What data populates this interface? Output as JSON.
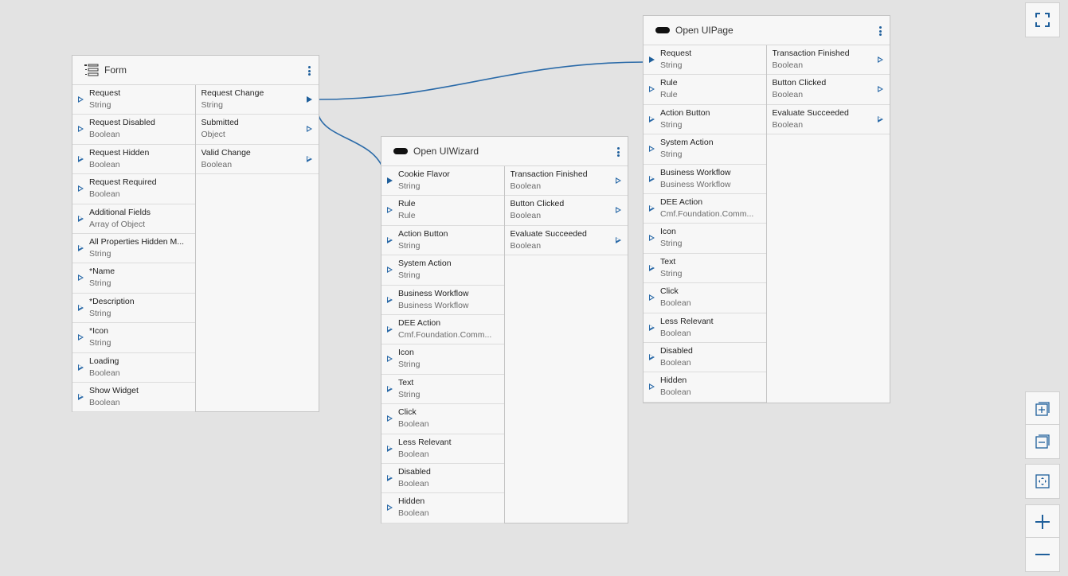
{
  "nodes": {
    "form": {
      "title": "Form",
      "icon": "form-list-icon",
      "inputs": [
        {
          "name": "Request",
          "type": "String"
        },
        {
          "name": "Request Disabled",
          "type": "Boolean"
        },
        {
          "name": "Request Hidden",
          "type": "Boolean"
        },
        {
          "name": "Request Required",
          "type": "Boolean"
        },
        {
          "name": "Additional Fields",
          "type": "Array of Object"
        },
        {
          "name": "All Properties Hidden M...",
          "type": "String"
        },
        {
          "name": "*Name",
          "type": "String"
        },
        {
          "name": "*Description",
          "type": "String"
        },
        {
          "name": "*Icon",
          "type": "String"
        },
        {
          "name": "Loading",
          "type": "Boolean"
        },
        {
          "name": "Show Widget",
          "type": "Boolean"
        }
      ],
      "outputs": [
        {
          "name": "Request Change",
          "type": "String"
        },
        {
          "name": "Submitted",
          "type": "Object"
        },
        {
          "name": "Valid Change",
          "type": "Boolean"
        }
      ]
    },
    "wizard": {
      "title": "Open UIWizard",
      "icon": "pill-icon",
      "inputs": [
        {
          "name": "Cookie Flavor",
          "type": "String"
        },
        {
          "name": "Rule",
          "type": "Rule"
        },
        {
          "name": "Action Button",
          "type": "String"
        },
        {
          "name": "System Action",
          "type": "String"
        },
        {
          "name": "Business Workflow",
          "type": "Business Workflow"
        },
        {
          "name": "DEE Action",
          "type": "Cmf.Foundation.Comm..."
        },
        {
          "name": "Icon",
          "type": "String"
        },
        {
          "name": "Text",
          "type": "String"
        },
        {
          "name": "Click",
          "type": "Boolean"
        },
        {
          "name": "Less Relevant",
          "type": "Boolean"
        },
        {
          "name": "Disabled",
          "type": "Boolean"
        },
        {
          "name": "Hidden",
          "type": "Boolean"
        }
      ],
      "outputs": [
        {
          "name": "Transaction Finished",
          "type": "Boolean"
        },
        {
          "name": "Button Clicked",
          "type": "Boolean"
        },
        {
          "name": "Evaluate Succeeded",
          "type": "Boolean"
        }
      ]
    },
    "page": {
      "title": "Open UIPage",
      "icon": "pill-icon",
      "inputs": [
        {
          "name": "Request",
          "type": "String"
        },
        {
          "name": "Rule",
          "type": "Rule"
        },
        {
          "name": "Action Button",
          "type": "String"
        },
        {
          "name": "System Action",
          "type": "String"
        },
        {
          "name": "Business Workflow",
          "type": "Business Workflow"
        },
        {
          "name": "DEE Action",
          "type": "Cmf.Foundation.Comm..."
        },
        {
          "name": "Icon",
          "type": "String"
        },
        {
          "name": "Text",
          "type": "String"
        },
        {
          "name": "Click",
          "type": "Boolean"
        },
        {
          "name": "Less Relevant",
          "type": "Boolean"
        },
        {
          "name": "Disabled",
          "type": "Boolean"
        },
        {
          "name": "Hidden",
          "type": "Boolean"
        }
      ],
      "outputs": [
        {
          "name": "Transaction Finished",
          "type": "Boolean"
        },
        {
          "name": "Button Clicked",
          "type": "Boolean"
        },
        {
          "name": "Evaluate Succeeded",
          "type": "Boolean"
        }
      ]
    }
  },
  "toolbar": {
    "fullscreen_icon": "fullscreen-icon",
    "expand_all_icon": "expand-all-icon",
    "collapse_all_icon": "collapse-all-icon",
    "fit_view_icon": "fit-view-icon",
    "zoom_in_icon": "zoom-in-icon",
    "zoom_out_icon": "zoom-out-icon"
  },
  "colors": {
    "accent": "#1f5f9b",
    "link": "#2a6aa8",
    "canvas": "#e3e3e3",
    "node_bg": "#f7f7f7"
  }
}
